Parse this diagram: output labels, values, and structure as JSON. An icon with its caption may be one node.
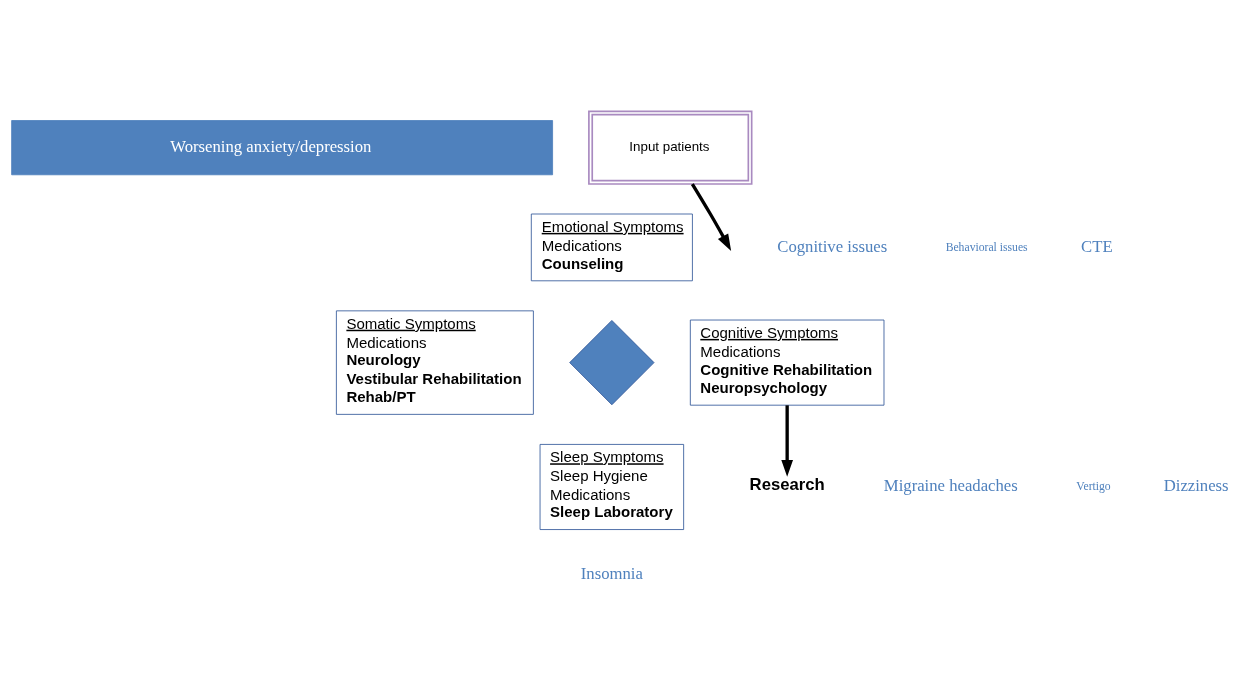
{
  "diagram": {
    "nodes": [
      {
        "text": [
          "Worsening anxiety/depression"
        ]
      },
      {
        "text": [
          "Input patients"
        ]
      },
      {
        "text": [
          "Emotional Symptoms",
          "Medications",
          "Counseling"
        ]
      },
      {
        "text": [
          "Somatic Symptoms",
          "Medications",
          "Neurology",
          "Vestibular Rehabilitation",
          "Rehab/PT"
        ]
      },
      {
        "text": [],
        "shape": "arrow"
      },
      {
        "text": [
          "Cognitive Symptoms",
          "Medications",
          "Cognitive Rehabilitation",
          "Neuropsychology"
        ]
      },
      {
        "text": [
          "Sleep Symptoms",
          "Sleep Hygiene",
          "Medications",
          "Sleep Laboratory"
        ]
      },
      {
        "text": [
          "Research"
        ]
      }
    ],
    "edges": [
      {
        "from": 1,
        "to": null,
        "arrow": "to"
      },
      {
        "from": 5,
        "to": 7,
        "arrow": "to"
      }
    ],
    "labels": [
      "Cognitive issues",
      "Behavioral issues",
      "CTE",
      "Migraine headaches",
      "Vertigo",
      "Dizziness",
      "Insomnia"
    ]
  }
}
